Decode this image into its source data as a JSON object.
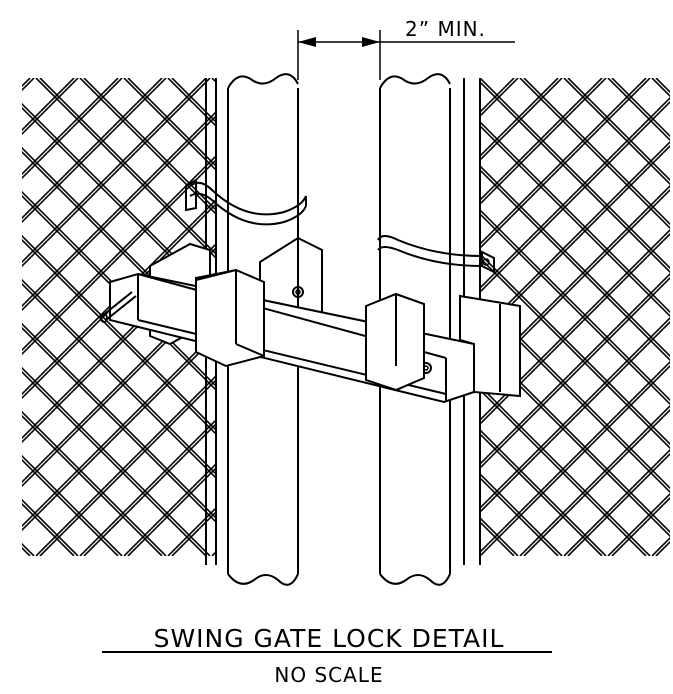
{
  "drawing": {
    "title": "SWING GATE LOCK DETAIL",
    "subtitle": "NO SCALE",
    "dimension_label": "2” MIN."
  },
  "parts": [
    "chain-link-fabric",
    "gate-frame-post-left",
    "gate-frame-post-right",
    "latch-bar",
    "post-clamp-strap",
    "drop-rod"
  ],
  "colors": {
    "ink": "#000000",
    "background": "#ffffff"
  }
}
